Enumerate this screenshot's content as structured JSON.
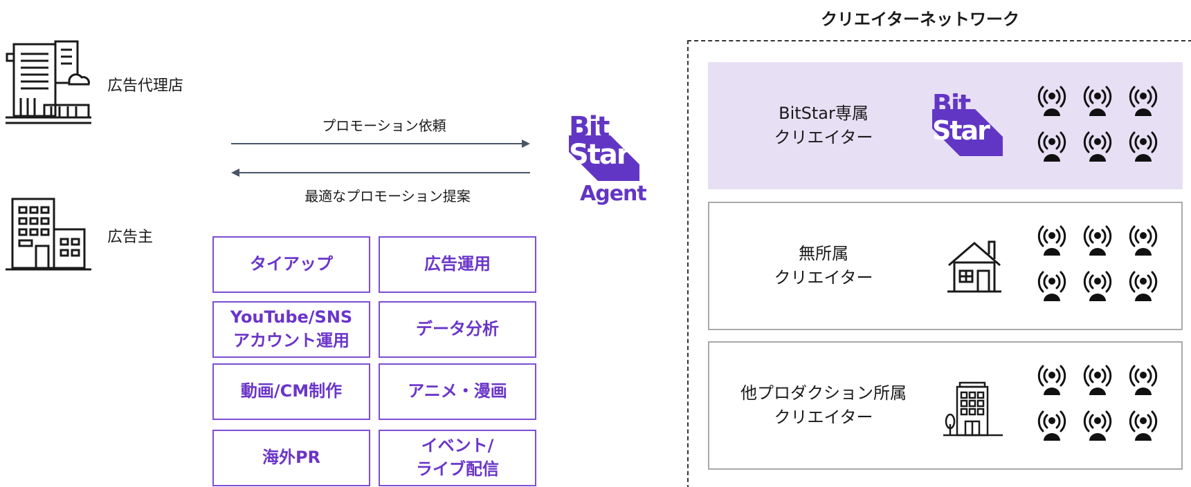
{
  "left": {
    "agency": {
      "label": "広告代理店",
      "icon": "office-building-icon"
    },
    "advertiser": {
      "label": "広告主",
      "icon": "building-icon"
    }
  },
  "arrows": {
    "request": "プロモーション依頼",
    "proposal": "最適なプロモーション提案"
  },
  "agent_logo": {
    "line1": "Bit",
    "line2": "Star",
    "line3": "Agent"
  },
  "services": [
    "タイアップ",
    "広告運用",
    "YouTube/SNS\nアカウント運用",
    "データ分析",
    "動画/CM制作",
    "アニメ・漫画",
    "海外PR",
    "イベント/\nライブ配信"
  ],
  "network": {
    "title": "クリエイターネットワーク",
    "tiers": [
      {
        "label": "BitStar専属\nクリエイター",
        "icon": "bitstar-logo",
        "logo_line1": "Bit",
        "logo_line2": "Star"
      },
      {
        "label": "無所属\nクリエイター",
        "icon": "house-icon"
      },
      {
        "label": "他プロダクション所属\nクリエイター",
        "icon": "building-icon"
      }
    ]
  },
  "colors": {
    "brand_purple": "#6236c4",
    "highlight_bg": "#e7dff4",
    "arrow": "#4a5568"
  }
}
